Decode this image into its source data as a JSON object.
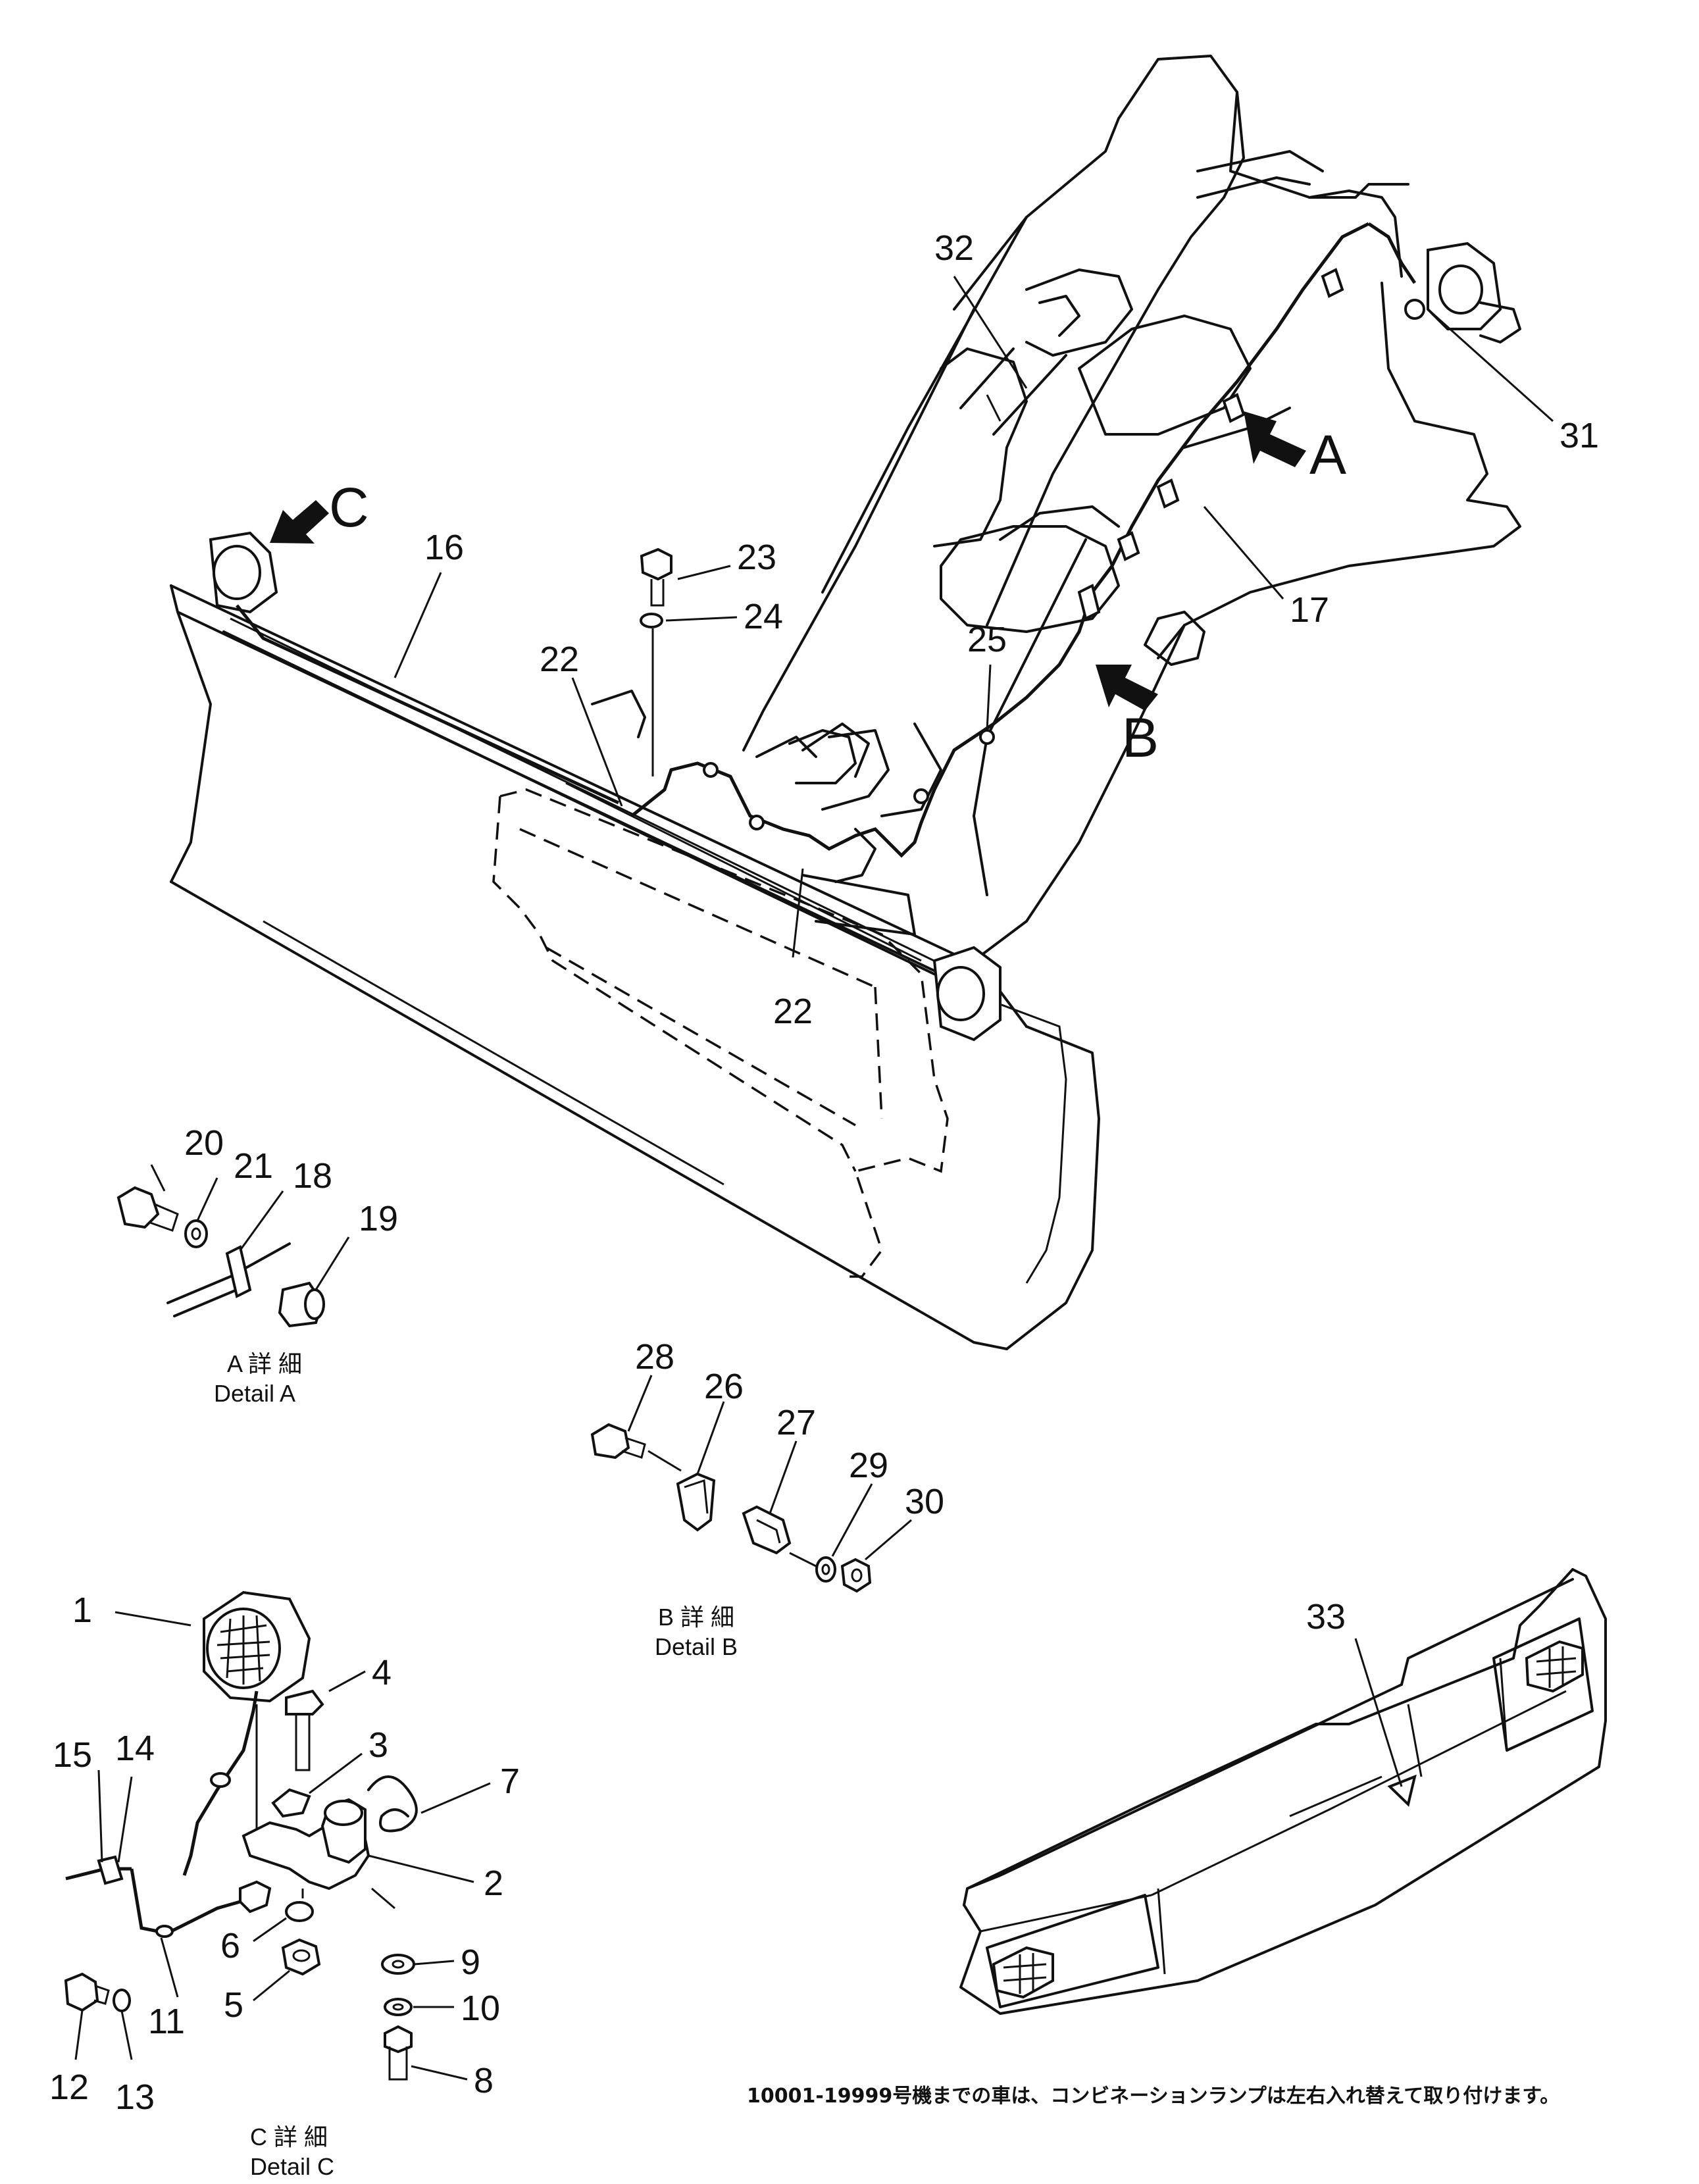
{
  "callouts": {
    "c1": "1",
    "c2": "2",
    "c3": "3",
    "c4": "4",
    "c5": "5",
    "c6": "6",
    "c7": "7",
    "c8": "8",
    "c9": "9",
    "c10": "10",
    "c11": "11",
    "c12": "12",
    "c13": "13",
    "c14": "14",
    "c15": "15",
    "c16": "16",
    "c17": "17",
    "c18": "18",
    "c19": "19",
    "c20": "20",
    "c21": "21",
    "c22a": "22",
    "c22b": "22",
    "c23": "23",
    "c24": "24",
    "c25": "25",
    "c26": "26",
    "c27": "27",
    "c28": "28",
    "c29": "29",
    "c30": "30",
    "c31": "31",
    "c32": "32",
    "c33": "33"
  },
  "view_markers": {
    "a": "A",
    "b": "B",
    "c": "C"
  },
  "details": {
    "a": {
      "jp": "A 詳 細",
      "en": "Detail A"
    },
    "b": {
      "jp": "B 詳 細",
      "en": "Detail B"
    },
    "c": {
      "jp": "C 詳 細",
      "en": "Detail C"
    }
  },
  "footnote": "10001-19999号機までの車は、コンビネーションランプは左右入れ替えて取り付けます。"
}
